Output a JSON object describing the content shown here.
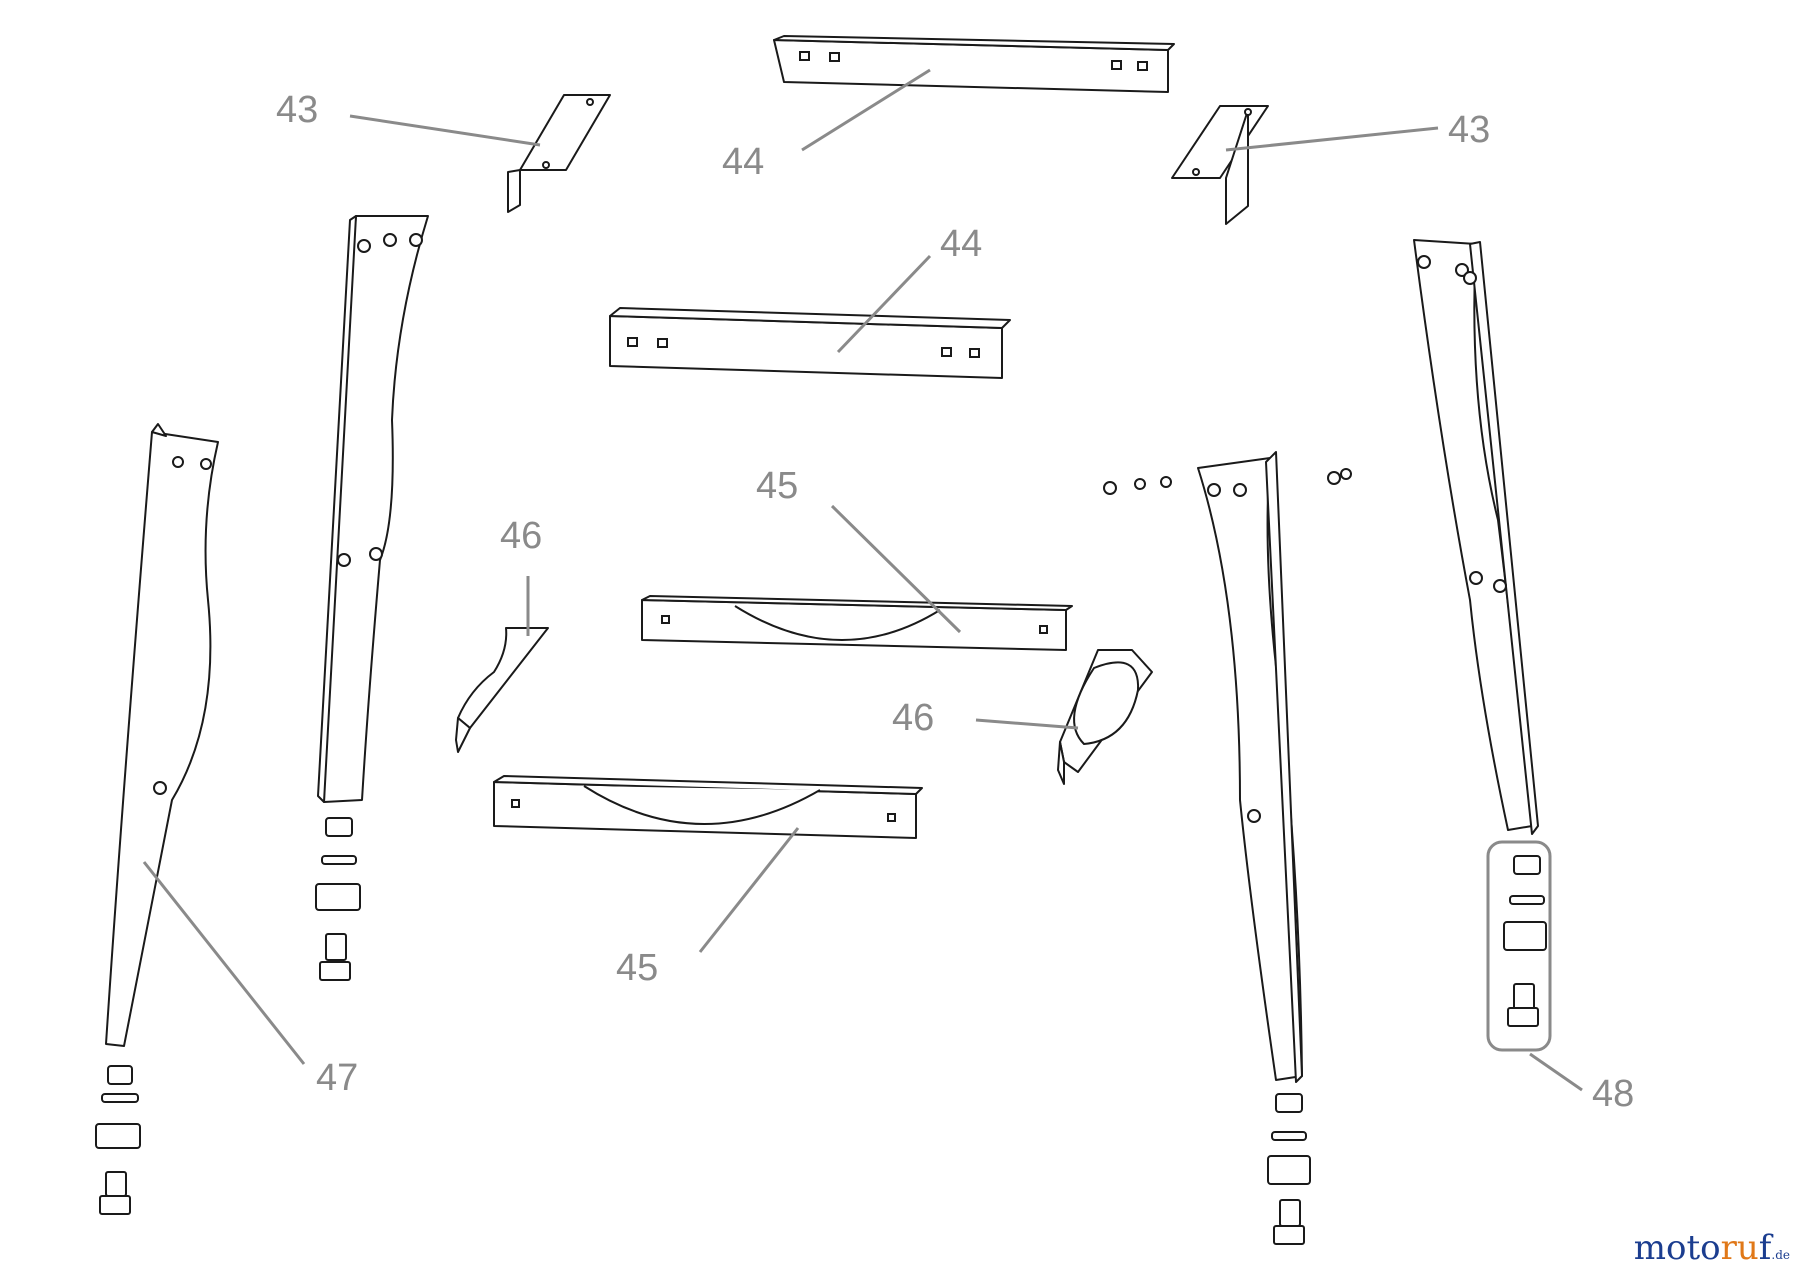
{
  "callouts": {
    "c43_left": "43",
    "c43_right": "43",
    "c44_top": "44",
    "c44_mid": "44",
    "c45_top": "45",
    "c45_bottom": "45",
    "c46_left": "46",
    "c46_right": "46",
    "c47": "47",
    "c48": "48"
  },
  "watermark": {
    "prefix": "moto",
    "accent": "ru",
    "suffix": "f",
    "tld": ".de"
  },
  "colors": {
    "callout_text": "#8a8a8a",
    "line_art": "#1a1a1a",
    "watermark_blue": "#1b3d8f",
    "watermark_orange": "#e07818"
  }
}
